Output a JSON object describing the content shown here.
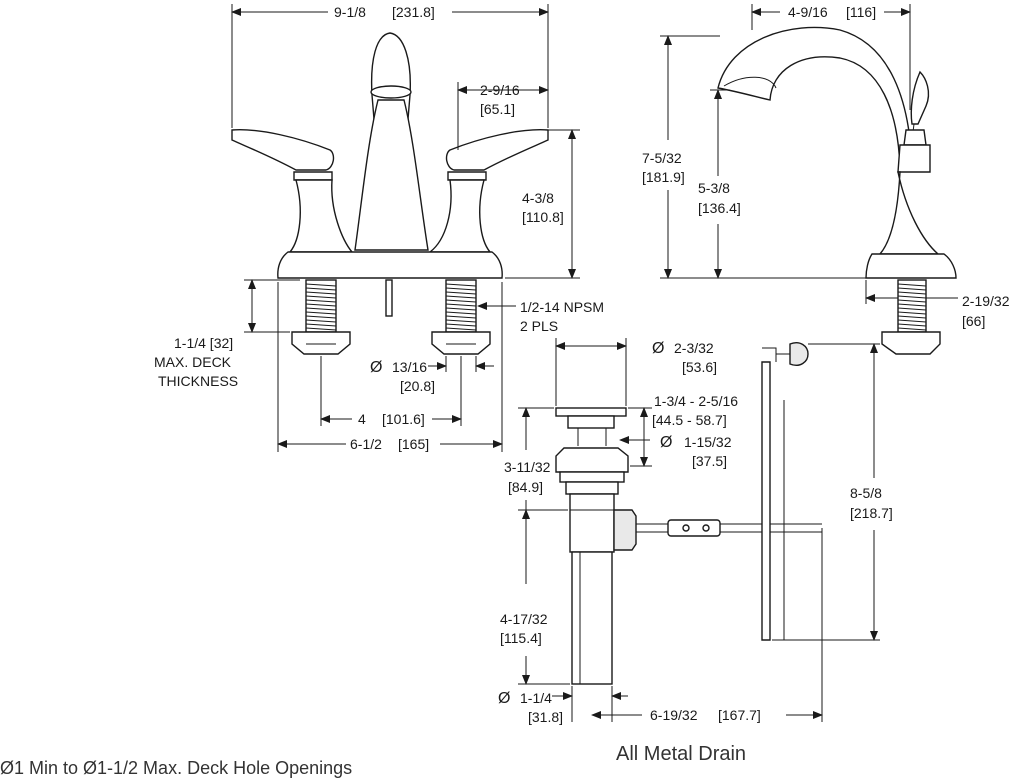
{
  "front_view": {
    "overall_width": "9-1/8",
    "overall_width_mm": "[231.8]",
    "handle_offset": "2-9/16",
    "handle_offset_mm": "[65.1]",
    "height": "4-3/8",
    "height_mm": "[110.8]",
    "thread": "1/2-14 NPSM",
    "thread_qty": "2 PLS",
    "deck_thickness": "1-1/4 [32]",
    "deck_label_1": "MAX. DECK",
    "deck_label_2": "THICKNESS",
    "shank_dia": "13/16",
    "shank_dia_mm": "[20.8]",
    "centerset": "4",
    "centerset_mm": "[101.6]",
    "base_width": "6-1/2",
    "base_width_mm": "[165]"
  },
  "side_view": {
    "reach": "4-9/16",
    "reach_mm": "[116]",
    "total_height": "7-5/32",
    "total_height_mm": "[181.9]",
    "spout_height": "5-3/8",
    "spout_height_mm": "[136.4]",
    "shank_length": "2-19/32",
    "shank_length_mm": "[66]"
  },
  "drain_view": {
    "flange_dia": "2-3/32",
    "flange_dia_mm": "[53.6]",
    "stopper_range": "1-3/4 - 2-5/16",
    "stopper_range_mm": "[44.5 - 58.7]",
    "body_dia": "1-15/32",
    "body_dia_mm": "[37.5]",
    "upper_height": "3-11/32",
    "upper_height_mm": "[84.9]",
    "lift_rod_height": "8-5/8",
    "lift_rod_height_mm": "[218.7]",
    "tail_length": "4-17/32",
    "tail_length_mm": "[115.4]",
    "tail_dia": "1-1/4",
    "tail_dia_mm": "[31.8]",
    "pivot_reach": "6-19/32",
    "pivot_reach_mm": "[167.7]"
  },
  "symbols": {
    "diameter": "Ø"
  },
  "captions": {
    "deck_holes": "Ø1 Min to  Ø1-1/2 Max. Deck Hole Openings",
    "drain": "All Metal Drain"
  }
}
